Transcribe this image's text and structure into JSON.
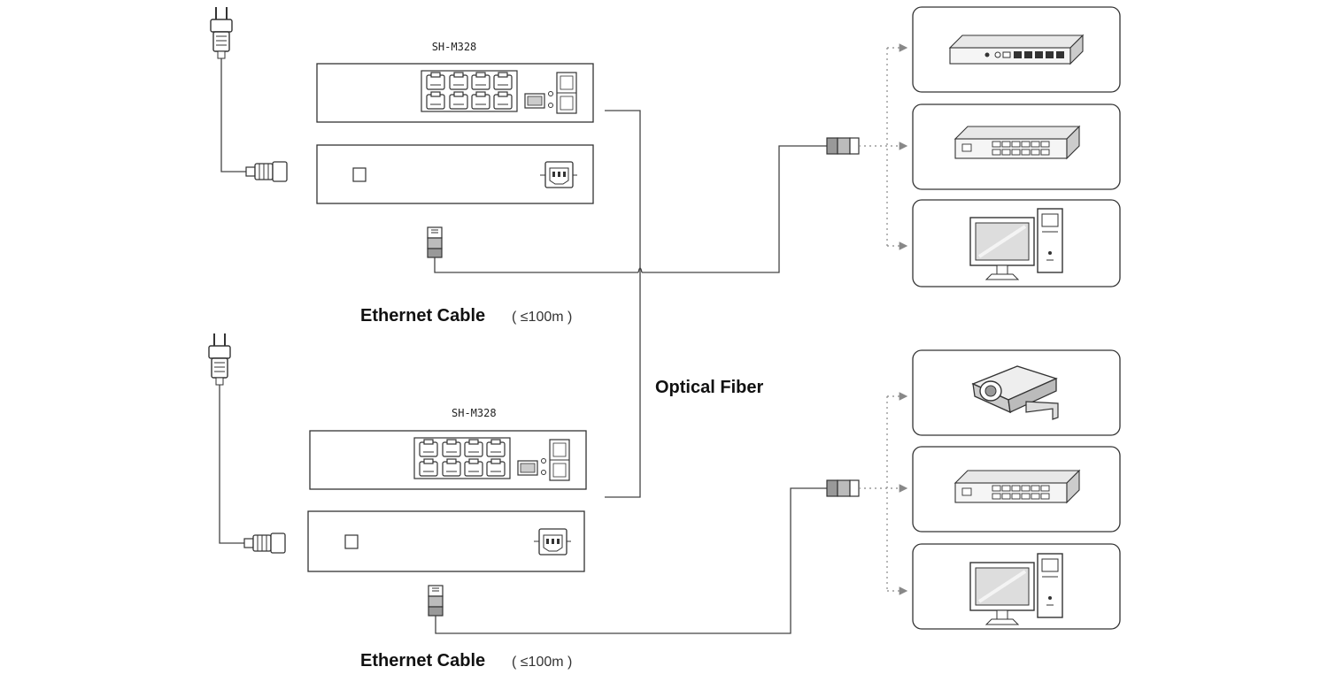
{
  "top_unit": {
    "model": "SH-M328",
    "cable_label": "Ethernet Cable",
    "cable_spec": "( ≤100m )"
  },
  "bottom_unit": {
    "model": "SH-M328",
    "cable_label": "Ethernet Cable",
    "cable_spec": "( ≤100m )"
  },
  "fiber_label": "Optical Fiber",
  "devices_top": [
    "router-icon",
    "network-switch-icon",
    "desktop-computer-icon"
  ],
  "devices_bottom": [
    "cctv-camera-icon",
    "network-switch-icon",
    "desktop-computer-icon"
  ],
  "colors": {
    "line": "#444444",
    "dotted": "#888888",
    "box_stroke": "#333333"
  }
}
